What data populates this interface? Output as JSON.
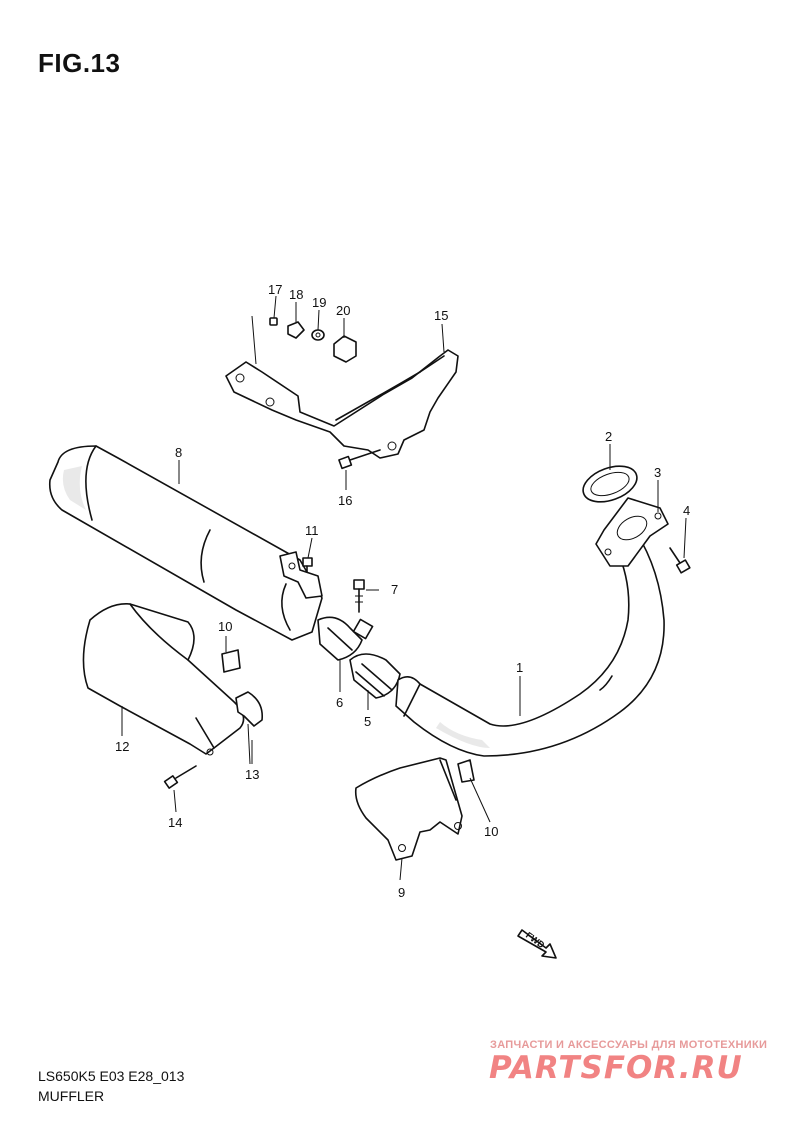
{
  "figure": {
    "title": "FIG.13",
    "code": "LS650K5 E03 E28_013",
    "name": "MUFFLER"
  },
  "callouts": [
    "1",
    "2",
    "3",
    "4",
    "5",
    "6",
    "7",
    "8",
    "9",
    "10",
    "10",
    "11",
    "12",
    "13",
    "14",
    "15",
    "16",
    "17",
    "18",
    "19",
    "20"
  ],
  "direction_label": "FWD",
  "watermark": {
    "subtitle": "ЗАПЧАСТИ И АКСЕССУАРЫ ДЛЯ МОТОТЕХНИКИ",
    "logo": "PARTSFOR.RU"
  }
}
